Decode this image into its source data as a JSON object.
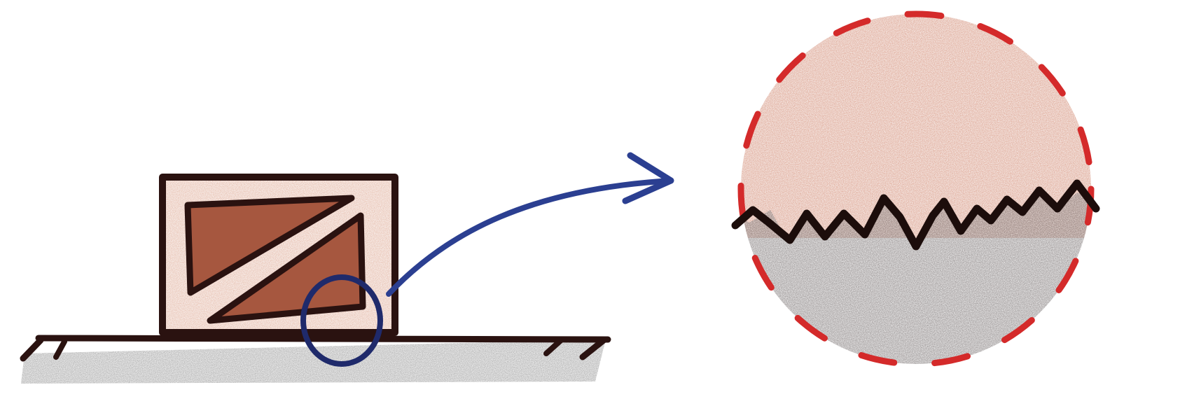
{
  "colors": {
    "background": "#ffffff",
    "outline": "#2a1210",
    "crate_frame_fill": "#e3b6a4",
    "crate_panel_fill": "#a6573f",
    "ground_fill": "#a6a6a6",
    "zoom_circle_stroke": "#1f2a6b",
    "arrow_stroke": "#2b3f91",
    "magnified_upper_fill": "#d89a86",
    "magnified_lower_fill": "#8c8686",
    "magnified_boundary_stroke": "#d42a2a",
    "contact_line_stroke": "#1c0d0b"
  },
  "elements": {
    "crate": "wooden-crate",
    "ground": "ground-surface",
    "zoom_marker": "magnify-circle",
    "arrow": "zoom-arrow",
    "magnified_view": "magnified-contact-view",
    "contact_line": "rough-contact-line"
  }
}
